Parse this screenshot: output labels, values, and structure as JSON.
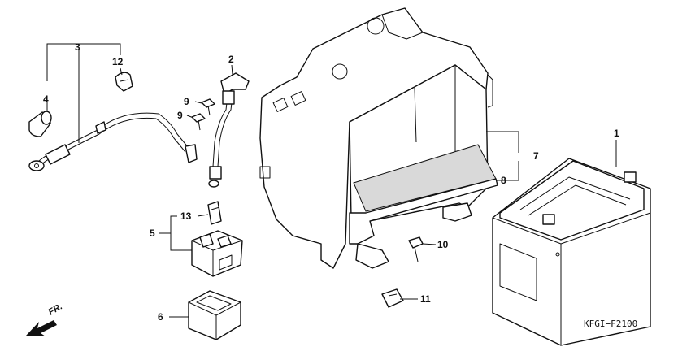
{
  "diagram": {
    "code": "KFGI−F2100",
    "front_marker": "FR.",
    "callouts": [
      {
        "id": "c1",
        "text": "1"
      },
      {
        "id": "c2",
        "text": "2"
      },
      {
        "id": "c3",
        "text": "3"
      },
      {
        "id": "c4",
        "text": "4"
      },
      {
        "id": "c5",
        "text": "5"
      },
      {
        "id": "c6",
        "text": "6"
      },
      {
        "id": "c7",
        "text": "7"
      },
      {
        "id": "c8",
        "text": "8"
      },
      {
        "id": "c9a",
        "text": "9"
      },
      {
        "id": "c9b",
        "text": "9"
      },
      {
        "id": "c10",
        "text": "10"
      },
      {
        "id": "c11",
        "text": "11"
      },
      {
        "id": "c12",
        "text": "12"
      },
      {
        "id": "c13",
        "text": "13"
      }
    ]
  }
}
